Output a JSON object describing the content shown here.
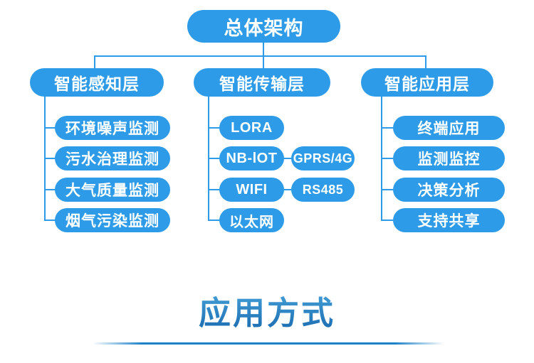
{
  "diagram": {
    "root_label": "总体架构",
    "branches": [
      {
        "label": "智能感知层",
        "children": [
          "环境噪声监测",
          "污水治理监测",
          "大气质量监测",
          "烟气污染监测"
        ]
      },
      {
        "label": "智能传输层",
        "children": [
          "LORA",
          "NB-lOT",
          "WIFI",
          "以太网"
        ],
        "side_children": [
          "GPRS/4G",
          "RS485"
        ]
      },
      {
        "label": "智能应用层",
        "children": [
          "终端应用",
          "监测监控",
          "决策分析",
          "支持共享"
        ]
      }
    ]
  },
  "footer": {
    "title": "应用方式"
  },
  "colors": {
    "node_blue": "#2D9BE8",
    "connector_blue": "#2D9BE8",
    "title_gradient_top": "#4BA6DC",
    "title_gradient_bottom": "#1A6CB0",
    "underline_blue": "#1E82C8"
  }
}
